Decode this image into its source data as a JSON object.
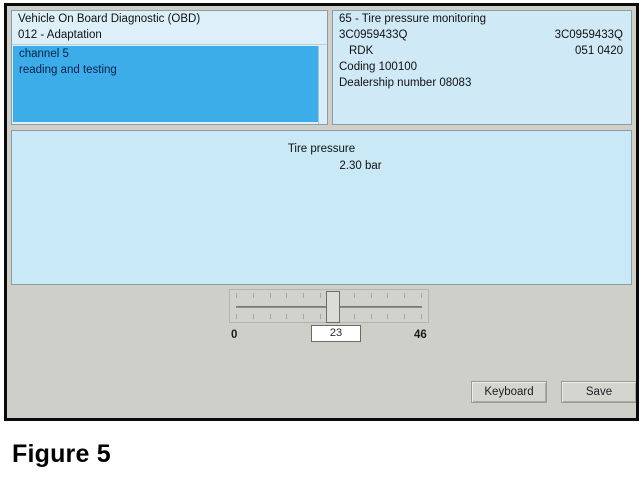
{
  "figure": {
    "caption": "Figure 5"
  },
  "left_panel": {
    "title": "Vehicle On Board Diagnostic (OBD)",
    "function": "012 - Adaptation",
    "selection": {
      "channel": "channel 5",
      "mode": "reading and testing"
    }
  },
  "right_panel": {
    "system": "65 - Tire pressure monitoring",
    "part_number_left": "3C0959433Q",
    "part_number_right": "3C0959433Q",
    "component_label": "RDK",
    "component_code": "051  0420",
    "coding": "Coding 100100",
    "dealership": "Dealership number 08083"
  },
  "content": {
    "measurement_label": "Tire pressure",
    "measurement_value": "2.30 bar"
  },
  "slider": {
    "min_label": "0",
    "max_label": "46",
    "value": "23"
  },
  "buttons": {
    "keyboard": "Keyboard",
    "save": "Save"
  },
  "colors": {
    "panel_cyan": "#cde9f7",
    "selection_blue": "#3cade8",
    "window_gray": "#cfcfca"
  }
}
